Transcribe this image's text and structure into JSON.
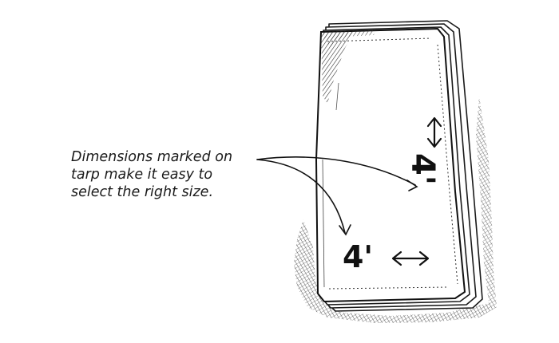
{
  "caption": {
    "lines": [
      "Dimensions marked on",
      "tarp make it easy to",
      "select the right size."
    ]
  },
  "tarp": {
    "label_vertical": "4'",
    "label_horizontal": "4'"
  },
  "icons": {
    "vertical_arrow": "double-arrow-vertical-icon",
    "horizontal_arrow": "double-arrow-horizontal-icon"
  },
  "colors": {
    "ink": "#111111",
    "paper": "#ffffff"
  }
}
